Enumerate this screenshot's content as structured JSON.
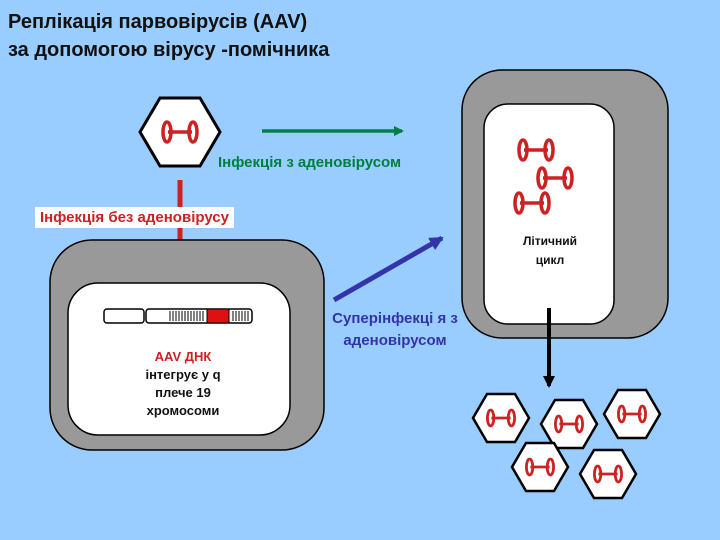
{
  "title": {
    "line1": "Реплікація парвовірусів (AAV)",
    "line2": "за допомогою вірусу -помічника"
  },
  "labels": {
    "adenovirus_infection": "Інфекція з аденовірусом",
    "no_adenovirus_infection": "Інфекція без аденовірусу",
    "superinfection": "Суперінфекці я з аденовірусом",
    "lytic_line1": "Літичний",
    "lytic_line2": "цикл",
    "aav_dna": "AAV ДНК",
    "integration_line1": "інтегрує у q",
    "integration_line2": "плече 19",
    "integration_line3": "хромосоми"
  },
  "colors": {
    "background": "#99ccff",
    "cell_outer": "#999999",
    "virus_red": "#cc2222",
    "arrow_green": "#008040",
    "arrow_red": "#cc2222",
    "arrow_blue": "#3333aa",
    "arrow_black": "#000000"
  }
}
